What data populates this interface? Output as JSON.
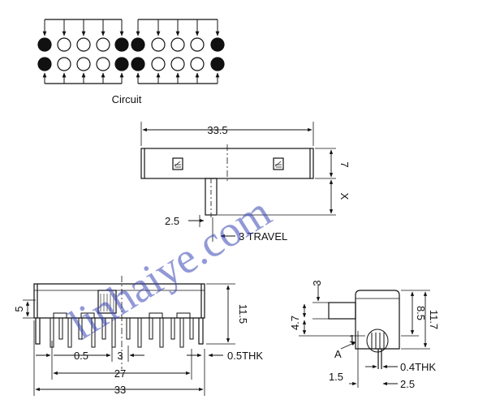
{
  "labels": {
    "circuit": "Circuit",
    "dim_33_5": "33.5",
    "dim_7": "7",
    "dim_x": "X",
    "dim_2_5_a": "2.5",
    "travel": "3 TRAVEL",
    "dim_5": "5",
    "dim_11_5": "11.5",
    "dim_0_5": "0.5",
    "dim_3_a": "3",
    "thk_0_5": "0.5THK",
    "dim_27": "27",
    "dim_33": "33",
    "dim_3_b": "3",
    "dim_4_7": "4.7",
    "dim_1": "1",
    "dim_a": "A",
    "dim_8_5": "8.5",
    "dim_11_7": "11.7",
    "thk_0_4": "0.4THK",
    "dim_1_5": "1.5",
    "dim_2_5_b": "2.5"
  },
  "watermark": "linhaiye.com",
  "circuit": {
    "top_row": [
      "filled",
      "open",
      "open",
      "open",
      "filled",
      "filled",
      "open",
      "open",
      "open",
      "filled"
    ],
    "bottom_row": [
      "filled",
      "open",
      "open",
      "open",
      "filled",
      "filled",
      "open",
      "open",
      "open",
      "filled"
    ]
  },
  "colors": {
    "line": "#111111",
    "watermark": "#3a47b5"
  }
}
